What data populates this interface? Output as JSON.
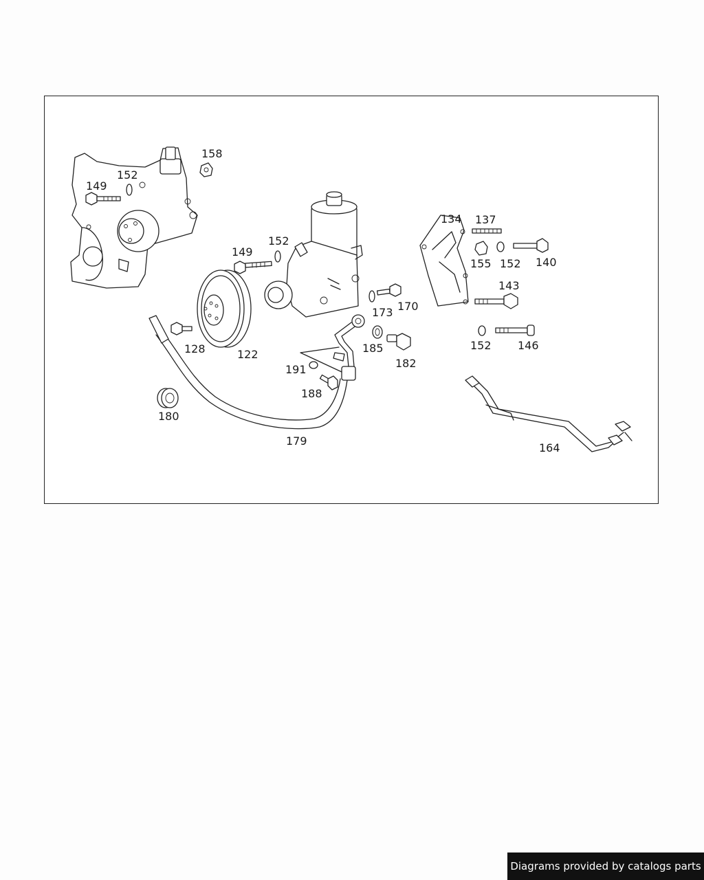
{
  "diagram": {
    "labels": [
      {
        "id": "158-top",
        "text": "158"
      },
      {
        "id": "152-a",
        "text": "152"
      },
      {
        "id": "149-a",
        "text": "149"
      },
      {
        "id": "149-b",
        "text": "149"
      },
      {
        "id": "152-b",
        "text": "152"
      },
      {
        "id": "134",
        "text": "134"
      },
      {
        "id": "137",
        "text": "137"
      },
      {
        "id": "155",
        "text": "155"
      },
      {
        "id": "152-c",
        "text": "152"
      },
      {
        "id": "140",
        "text": "140"
      },
      {
        "id": "143",
        "text": "143"
      },
      {
        "id": "170",
        "text": "170"
      },
      {
        "id": "173",
        "text": "173"
      },
      {
        "id": "128",
        "text": "128"
      },
      {
        "id": "122",
        "text": "122"
      },
      {
        "id": "185",
        "text": "185"
      },
      {
        "id": "182",
        "text": "182"
      },
      {
        "id": "152-d",
        "text": "152"
      },
      {
        "id": "146",
        "text": "146"
      },
      {
        "id": "191",
        "text": "191"
      },
      {
        "id": "188",
        "text": "188"
      },
      {
        "id": "180",
        "text": "180"
      },
      {
        "id": "179",
        "text": "179"
      },
      {
        "id": "164",
        "text": "164"
      }
    ]
  },
  "footer": {
    "credit": "Diagrams provided by catalogs parts"
  }
}
